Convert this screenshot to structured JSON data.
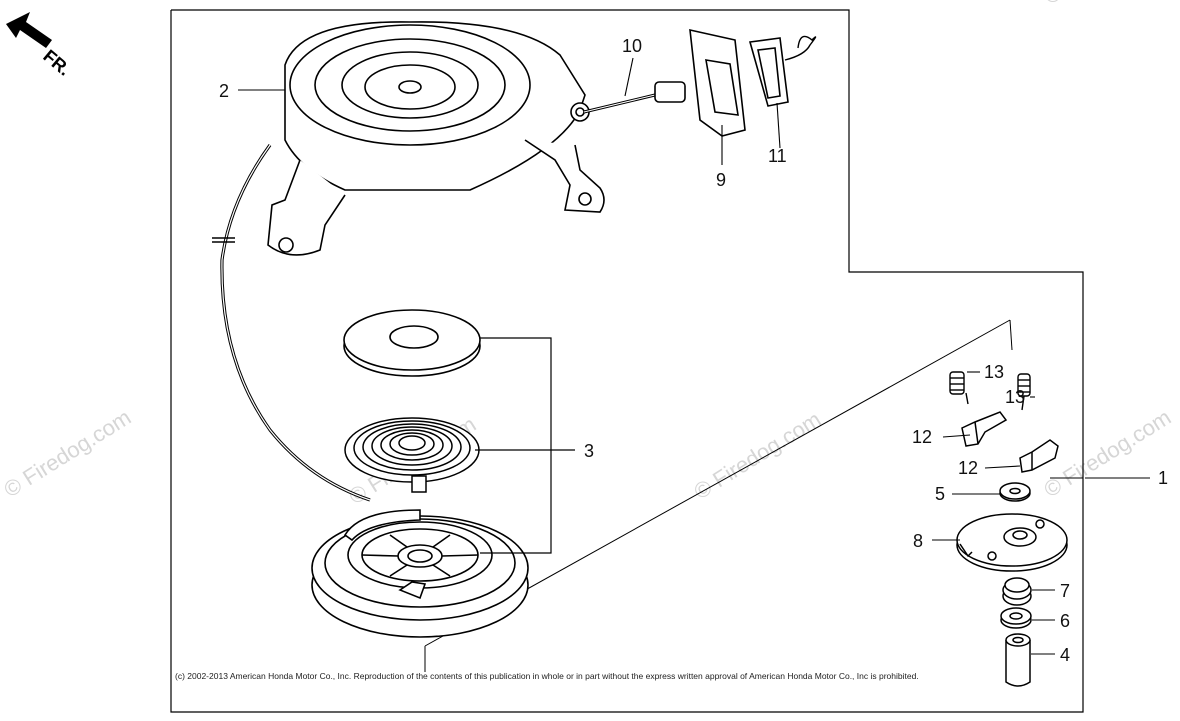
{
  "orientation_label": "FR.",
  "watermarks": [
    "© Firedog.com",
    "© Firedog.com",
    "© Firedog.com",
    "© Firedog.com",
    "© Firedog.com"
  ],
  "copyright": "(c) 2002-2013 American Honda Motor Co., Inc. Reproduction of the contents of this publication in whole or in part without the express written approval of American Honda Motor Co., Inc is prohibited.",
  "callouts": {
    "p1": "1",
    "p2": "2",
    "p3": "3",
    "p4": "4",
    "p5": "5",
    "p6": "6",
    "p7": "7",
    "p8": "8",
    "p9": "9",
    "p10": "10",
    "p11": "11",
    "p12a": "12",
    "p12b": "12",
    "p13a": "13",
    "p13b": "13"
  },
  "icons": {
    "front_arrow": "arrow-icon"
  }
}
